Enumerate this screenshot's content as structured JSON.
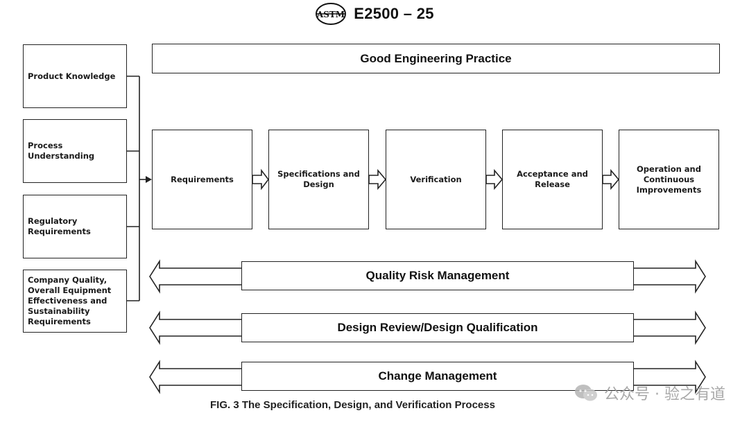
{
  "header": {
    "logo_text": "ASTM",
    "doc_id": "E2500 – 25"
  },
  "inputs": [
    {
      "label": "Product Knowledge"
    },
    {
      "label": "Process\nUnderstanding"
    },
    {
      "label": "Regulatory\nRequirements"
    },
    {
      "label": "Company Quality,\nOverall Equipment\nEffectiveness and\nSustainability\nRequirements"
    }
  ],
  "good_engineering_practice": "Good Engineering Practice",
  "process_steps": [
    {
      "label": "Requirements"
    },
    {
      "label": "Specifications and\nDesign"
    },
    {
      "label": "Verification"
    },
    {
      "label": "Acceptance and\nRelease"
    },
    {
      "label": "Operation and\nContinuous\nImprovements"
    }
  ],
  "bands": [
    {
      "label": "Quality Risk Management"
    },
    {
      "label": "Design Review/Design Qualification"
    },
    {
      "label": "Change Management"
    }
  ],
  "caption": "FIG. 3 The Specification, Design, and Verification Process",
  "watermark": {
    "text": "公众号 · 验之有道"
  }
}
